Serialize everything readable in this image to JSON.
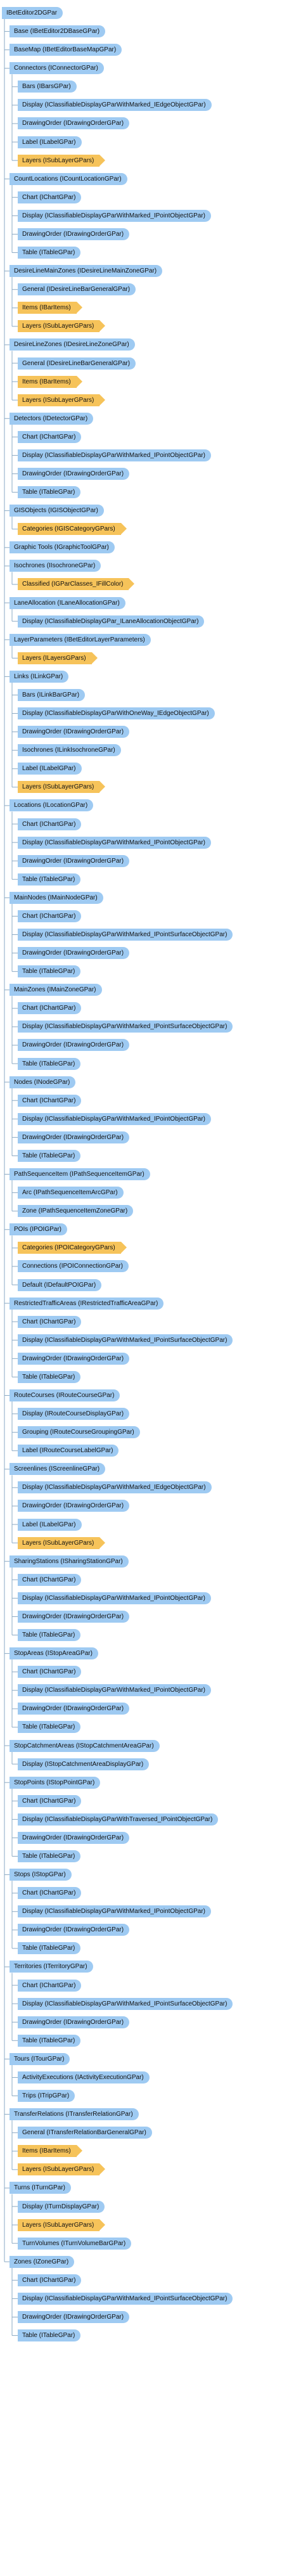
{
  "tree": {
    "root": "IBetEditor2DGPar",
    "groups": [
      {
        "label": "Base (IBetEditor2DBaseGPar)",
        "children": []
      },
      {
        "label": "BaseMap (IBetEditorBaseMapGPar)",
        "children": []
      },
      {
        "label": "Connectors (IConnectorGPar)",
        "children": [
          {
            "label": "Bars (IBarsGPar)",
            "kind": "blue"
          },
          {
            "label": "Display (IClassifiableDisplayGParWithMarked_IEdgeObjectGPar)",
            "kind": "blue"
          },
          {
            "label": "DrawingOrder (IDrawingOrderGPar)",
            "kind": "blue"
          },
          {
            "label": "Label (ILabelGPar)",
            "kind": "blue"
          },
          {
            "label": "Layers (ISubLayerGPars)",
            "kind": "orange"
          }
        ]
      },
      {
        "label": "CountLocations (ICountLocationGPar)",
        "children": [
          {
            "label": "Chart (IChartGPar)",
            "kind": "blue"
          },
          {
            "label": "Display (IClassifiableDisplayGParWithMarked_IPointObjectGPar)",
            "kind": "blue"
          },
          {
            "label": "DrawingOrder (IDrawingOrderGPar)",
            "kind": "blue"
          },
          {
            "label": "Table (ITableGPar)",
            "kind": "blue"
          }
        ]
      },
      {
        "label": "DesireLineMainZones (IDesireLineMainZoneGPar)",
        "children": [
          {
            "label": "General (IDesireLineBarGeneralGPar)",
            "kind": "blue"
          },
          {
            "label": "Items (IBarItems)",
            "kind": "orange"
          },
          {
            "label": "Layers (ISubLayerGPars)",
            "kind": "orange"
          }
        ]
      },
      {
        "label": "DesireLineZones (IDesireLineZoneGPar)",
        "children": [
          {
            "label": "General (IDesireLineBarGeneralGPar)",
            "kind": "blue"
          },
          {
            "label": "Items (IBarItems)",
            "kind": "orange"
          },
          {
            "label": "Layers (ISubLayerGPars)",
            "kind": "orange"
          }
        ]
      },
      {
        "label": "Detectors (IDetectorGPar)",
        "children": [
          {
            "label": "Chart (IChartGPar)",
            "kind": "blue"
          },
          {
            "label": "Display (IClassifiableDisplayGParWithMarked_IPointObjectGPar)",
            "kind": "blue"
          },
          {
            "label": "DrawingOrder (IDrawingOrderGPar)",
            "kind": "blue"
          },
          {
            "label": "Table (ITableGPar)",
            "kind": "blue"
          }
        ]
      },
      {
        "label": "GISObjects (IGISObjectGPar)",
        "children": [
          {
            "label": "Categories (IGISCategoryGPars)",
            "kind": "orange"
          }
        ]
      },
      {
        "label": "Graphic Tools (IGraphicToolGPar)",
        "children": []
      },
      {
        "label": "Isochrones (IIsochroneGPar)",
        "children": [
          {
            "label": "Classified (IGParClasses_IFillColor)",
            "kind": "orange"
          }
        ]
      },
      {
        "label": "LaneAllocation (ILaneAllocationGPar)",
        "children": [
          {
            "label": "Display (IClassifiableDisplayGPar_ILaneAllocationObjectGPar)",
            "kind": "blue"
          }
        ]
      },
      {
        "label": "LayerParameters (IBetEditorLayerParameters)",
        "children": [
          {
            "label": "Layers (ILayersGPars)",
            "kind": "orange"
          }
        ]
      },
      {
        "label": "Links (ILinkGPar)",
        "children": [
          {
            "label": "Bars (ILinkBarGPar)",
            "kind": "blue"
          },
          {
            "label": "Display (IClassifiableDisplayGParWithOneWay_IEdgeObjectGPar)",
            "kind": "blue"
          },
          {
            "label": "DrawingOrder (IDrawingOrderGPar)",
            "kind": "blue"
          },
          {
            "label": "Isochrones (ILinkIsochroneGPar)",
            "kind": "blue"
          },
          {
            "label": "Label (ILabelGPar)",
            "kind": "blue"
          },
          {
            "label": "Layers (ISubLayerGPars)",
            "kind": "orange"
          }
        ]
      },
      {
        "label": "Locations (ILocationGPar)",
        "children": [
          {
            "label": "Chart (IChartGPar)",
            "kind": "blue"
          },
          {
            "label": "Display (IClassifiableDisplayGParWithMarked_IPointObjectGPar)",
            "kind": "blue"
          },
          {
            "label": "DrawingOrder (IDrawingOrderGPar)",
            "kind": "blue"
          },
          {
            "label": "Table (ITableGPar)",
            "kind": "blue"
          }
        ]
      },
      {
        "label": "MainNodes (IMainNodeGPar)",
        "children": [
          {
            "label": "Chart (IChartGPar)",
            "kind": "blue"
          },
          {
            "label": "Display (IClassifiableDisplayGParWithMarked_IPointSurfaceObjectGPar)",
            "kind": "blue"
          },
          {
            "label": "DrawingOrder (IDrawingOrderGPar)",
            "kind": "blue"
          },
          {
            "label": "Table (ITableGPar)",
            "kind": "blue"
          }
        ]
      },
      {
        "label": "MainZones (IMainZoneGPar)",
        "children": [
          {
            "label": "Chart (IChartGPar)",
            "kind": "blue"
          },
          {
            "label": "Display (IClassifiableDisplayGParWithMarked_IPointSurfaceObjectGPar)",
            "kind": "blue"
          },
          {
            "label": "DrawingOrder (IDrawingOrderGPar)",
            "kind": "blue"
          },
          {
            "label": "Table (ITableGPar)",
            "kind": "blue"
          }
        ]
      },
      {
        "label": "Nodes (INodeGPar)",
        "children": [
          {
            "label": "Chart (IChartGPar)",
            "kind": "blue"
          },
          {
            "label": "Display (IClassifiableDisplayGParWithMarked_IPointObjectGPar)",
            "kind": "blue"
          },
          {
            "label": "DrawingOrder (IDrawingOrderGPar)",
            "kind": "blue"
          },
          {
            "label": "Table (ITableGPar)",
            "kind": "blue"
          }
        ]
      },
      {
        "label": "PathSequenceItem (IPathSequenceItemGPar)",
        "children": [
          {
            "label": "Arc (IPathSequenceItemArcGPar)",
            "kind": "blue"
          },
          {
            "label": "Zone (IPathSequenceItemZoneGPar)",
            "kind": "blue"
          }
        ]
      },
      {
        "label": "POIs (IPOIGPar)",
        "children": [
          {
            "label": "Categories (IPOICategoryGPars)",
            "kind": "orange"
          },
          {
            "label": "Connections (IPOIConnectionGPar)",
            "kind": "blue"
          },
          {
            "label": "Default (IDefaultPOIGPar)",
            "kind": "blue"
          }
        ]
      },
      {
        "label": "RestrictedTrafficAreas (IRestrictedTrafficAreaGPar)",
        "children": [
          {
            "label": "Chart (IChartGPar)",
            "kind": "blue"
          },
          {
            "label": "Display (IClassifiableDisplayGParWithMarked_IPointSurfaceObjectGPar)",
            "kind": "blue"
          },
          {
            "label": "DrawingOrder (IDrawingOrderGPar)",
            "kind": "blue"
          },
          {
            "label": "Table (ITableGPar)",
            "kind": "blue"
          }
        ]
      },
      {
        "label": "RouteCourses (IRouteCourseGPar)",
        "children": [
          {
            "label": "Display (IRouteCourseDisplayGPar)",
            "kind": "blue"
          },
          {
            "label": "Grouping (IRouteCourseGroupingGPar)",
            "kind": "blue"
          },
          {
            "label": "Label (IRouteCourseLabelGPar)",
            "kind": "blue"
          }
        ]
      },
      {
        "label": "Screenlines (IScreenlineGPar)",
        "children": [
          {
            "label": "Display (IClassifiableDisplayGParWithMarked_IEdgeObjectGPar)",
            "kind": "blue"
          },
          {
            "label": "DrawingOrder (IDrawingOrderGPar)",
            "kind": "blue"
          },
          {
            "label": "Label (ILabelGPar)",
            "kind": "blue"
          },
          {
            "label": "Layers (ISubLayerGPars)",
            "kind": "orange"
          }
        ]
      },
      {
        "label": "SharingStations (ISharingStationGPar)",
        "children": [
          {
            "label": "Chart (IChartGPar)",
            "kind": "blue"
          },
          {
            "label": "Display (IClassifiableDisplayGParWithMarked_IPointObjectGPar)",
            "kind": "blue"
          },
          {
            "label": "DrawingOrder (IDrawingOrderGPar)",
            "kind": "blue"
          },
          {
            "label": "Table (ITableGPar)",
            "kind": "blue"
          }
        ]
      },
      {
        "label": "StopAreas (IStopAreaGPar)",
        "children": [
          {
            "label": "Chart (IChartGPar)",
            "kind": "blue"
          },
          {
            "label": "Display (IClassifiableDisplayGParWithMarked_IPointObjectGPar)",
            "kind": "blue"
          },
          {
            "label": "DrawingOrder (IDrawingOrderGPar)",
            "kind": "blue"
          },
          {
            "label": "Table (ITableGPar)",
            "kind": "blue"
          }
        ]
      },
      {
        "label": "StopCatchmentAreas (IStopCatchmentAreaGPar)",
        "children": [
          {
            "label": "Display (IStopCatchmentAreaDisplayGPar)",
            "kind": "blue"
          }
        ]
      },
      {
        "label": "StopPoints (IStopPointGPar)",
        "children": [
          {
            "label": "Chart (IChartGPar)",
            "kind": "blue"
          },
          {
            "label": "Display (IClassifiableDisplayGParWithTraversed_IPointObjectGPar)",
            "kind": "blue"
          },
          {
            "label": "DrawingOrder (IDrawingOrderGPar)",
            "kind": "blue"
          },
          {
            "label": "Table (ITableGPar)",
            "kind": "blue"
          }
        ]
      },
      {
        "label": "Stops (IStopGPar)",
        "children": [
          {
            "label": "Chart (IChartGPar)",
            "kind": "blue"
          },
          {
            "label": "Display (IClassifiableDisplayGParWithMarked_IPointObjectGPar)",
            "kind": "blue"
          },
          {
            "label": "DrawingOrder (IDrawingOrderGPar)",
            "kind": "blue"
          },
          {
            "label": "Table (ITableGPar)",
            "kind": "blue"
          }
        ]
      },
      {
        "label": "Territories (ITerritoryGPar)",
        "children": [
          {
            "label": "Chart (IChartGPar)",
            "kind": "blue"
          },
          {
            "label": "Display (IClassifiableDisplayGParWithMarked_IPointSurfaceObjectGPar)",
            "kind": "blue"
          },
          {
            "label": "DrawingOrder (IDrawingOrderGPar)",
            "kind": "blue"
          },
          {
            "label": "Table (ITableGPar)",
            "kind": "blue"
          }
        ]
      },
      {
        "label": "Tours (ITourGPar)",
        "children": [
          {
            "label": "ActivityExecutions (IActivityExecutionGPar)",
            "kind": "blue"
          },
          {
            "label": "Trips (ITripGPar)",
            "kind": "blue"
          }
        ]
      },
      {
        "label": "TransferRelations (ITransferRelationGPar)",
        "children": [
          {
            "label": "General (ITransferRelationBarGeneralGPar)",
            "kind": "blue"
          },
          {
            "label": "Items (IBarItems)",
            "kind": "orange"
          },
          {
            "label": "Layers (ISubLayerGPars)",
            "kind": "orange"
          }
        ]
      },
      {
        "label": "Turns (ITurnGPar)",
        "children": [
          {
            "label": "Display (ITurnDisplayGPar)",
            "kind": "blue"
          },
          {
            "label": "Layers (ISubLayerGPars)",
            "kind": "orange"
          },
          {
            "label": "TurnVolumes (ITurnVolumeBarGPar)",
            "kind": "blue"
          }
        ]
      },
      {
        "label": "Zones (IZoneGPar)",
        "children": [
          {
            "label": "Chart (IChartGPar)",
            "kind": "blue"
          },
          {
            "label": "Display (IClassifiableDisplayGParWithMarked_IPointSurfaceObjectGPar)",
            "kind": "blue"
          },
          {
            "label": "DrawingOrder (IDrawingOrderGPar)",
            "kind": "blue"
          },
          {
            "label": "Table (ITableGPar)",
            "kind": "blue"
          }
        ]
      }
    ]
  },
  "colors": {
    "node_blue": "#9ecaf2",
    "node_orange": "#f6c35a",
    "connector": "#8aa9c4"
  }
}
